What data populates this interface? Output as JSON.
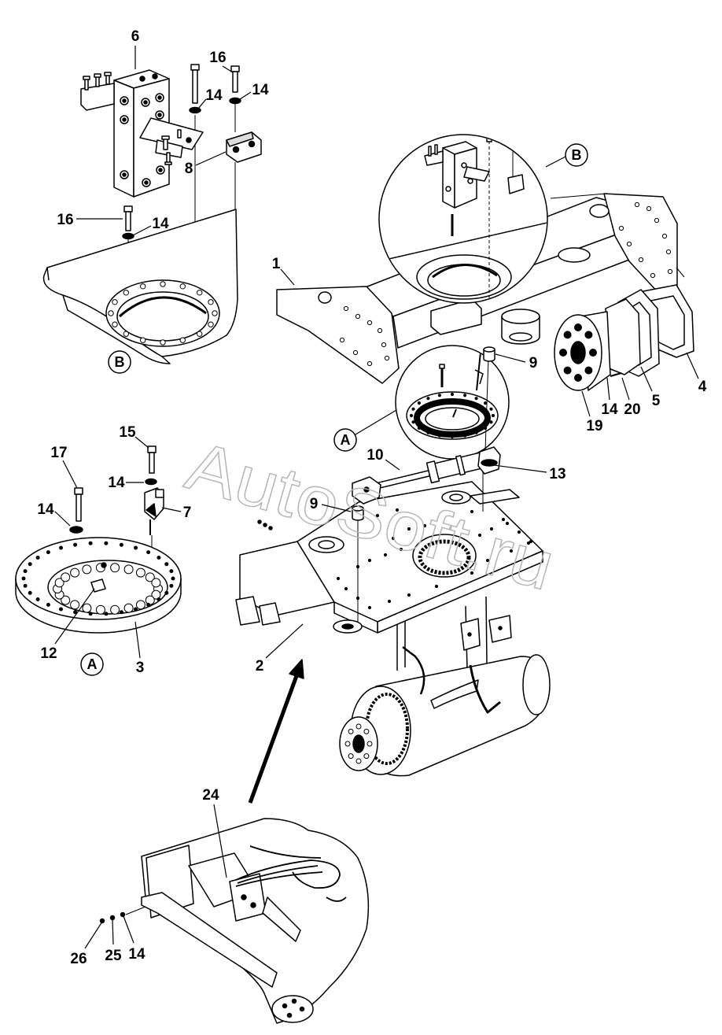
{
  "watermark": "AutoSoft.ru",
  "detail_b_exploded": {
    "marker": "B",
    "callouts": [
      "6",
      "16",
      "14",
      "14",
      "8",
      "16",
      "14"
    ]
  },
  "main_assembly": {
    "markers": [
      "B",
      "A"
    ],
    "callouts": [
      "1",
      "9",
      "4",
      "5",
      "20",
      "14",
      "19",
      "10",
      "13",
      "9",
      "2"
    ]
  },
  "detail_a_exploded": {
    "marker": "A",
    "callouts": [
      "17",
      "15",
      "14",
      "14",
      "7",
      "12",
      "3"
    ]
  },
  "rear_frame": {
    "callouts": [
      "24",
      "26",
      "25",
      "14"
    ]
  }
}
